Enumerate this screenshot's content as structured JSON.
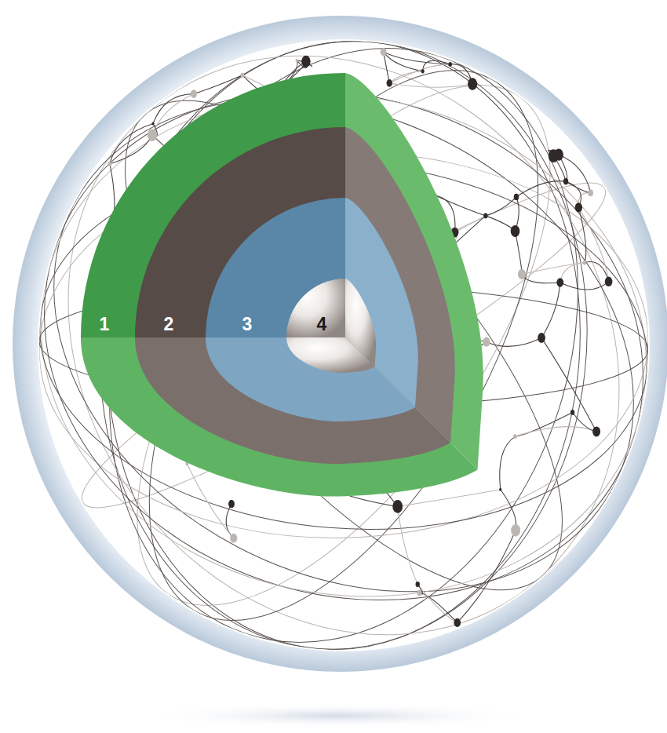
{
  "diagram": {
    "nodes": [
      {
        "text": [
          "1"
        ]
      },
      {
        "text": [
          "2"
        ],
        "in": 0
      },
      {
        "text": [
          "3"
        ],
        "in": 1
      },
      {
        "text": [
          "4"
        ],
        "in": 2
      }
    ]
  }
}
